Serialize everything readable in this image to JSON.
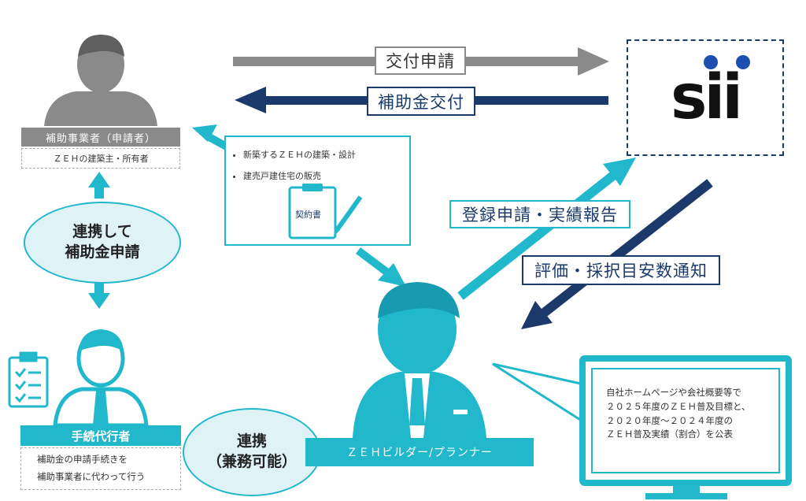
{
  "colors": {
    "teal": "#21b8cc",
    "navy": "#1b3a6b",
    "gray": "#8a8a8a",
    "ellipse_fill": "#dff3f7"
  },
  "arrows": {
    "top_gray": "交付申請",
    "top_navy": "補助金交付",
    "right_teal": "登録申請・実績報告",
    "right_navy": "評価・採択目安数通知"
  },
  "applicant": {
    "title": "補助事業者（申請者）",
    "subtitle": "ＺＥＨの建築主・所有者"
  },
  "ellipse_left": {
    "line1": "連携して",
    "line2": "補助金申請"
  },
  "agent": {
    "title": "手続代行者",
    "desc_line1": "補助金の申請手続きを",
    "desc_line2": "補助事業者に代わって行う"
  },
  "ellipse_bottom": {
    "line1": "連携",
    "line2": "（兼務可能）"
  },
  "builder": {
    "title": "ＺＥＨビルダー/プランナー"
  },
  "contract_box": {
    "items": [
      "新築するＺＥＨの建築・設計",
      "建売戸建住宅の販売"
    ],
    "doc_label": "契約書"
  },
  "sii": {
    "logo_text": "sii"
  },
  "monitor": {
    "lines": [
      "自社ホームページや会社概要等で",
      "２０２５年度のＺＥＨ普及目標と、",
      "２０２０年度～２０２４年度の",
      "ＺＥＨ普及実績（割合）を公表"
    ]
  }
}
